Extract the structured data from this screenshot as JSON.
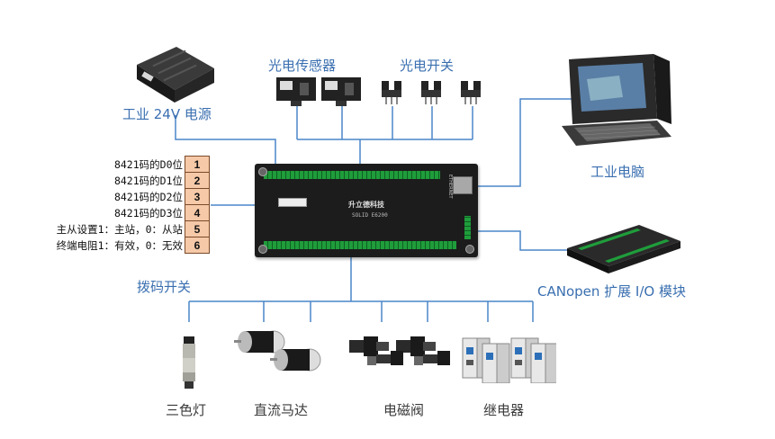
{
  "labels": {
    "power_supply": "工业 24V 电源",
    "photo_sensor": "光电传感器",
    "photo_switch": "光电开关",
    "industrial_pc": "工业电脑",
    "canopen_module": "CANopen 扩展 I/O 模块",
    "dip_switch": "拨码开关",
    "tri_color_light": "三色灯",
    "dc_motor": "直流马达",
    "solenoid_valve": "电磁阀",
    "relay": "继电器"
  },
  "controller": {
    "brand": "升立德科技",
    "model": "SOLID E6200",
    "ethernet": "ETHERNET"
  },
  "dip_switch_rows": [
    {
      "desc": "8421码的D0位",
      "num": "1"
    },
    {
      "desc": "8421码的D1位",
      "num": "2"
    },
    {
      "desc": "8421码的D2位",
      "num": "3"
    },
    {
      "desc": "8421码的D3位",
      "num": "4"
    },
    {
      "desc": "主从设置1：主站，0：从站",
      "num": "5"
    },
    {
      "desc": "终端电阻1：有效，0：无效",
      "num": "6"
    }
  ],
  "colors": {
    "wire": "#4a86c8",
    "label": "#3a6fb0",
    "switch_cell": "#f6c9a8",
    "terminal_green": "#1f9d3b"
  }
}
